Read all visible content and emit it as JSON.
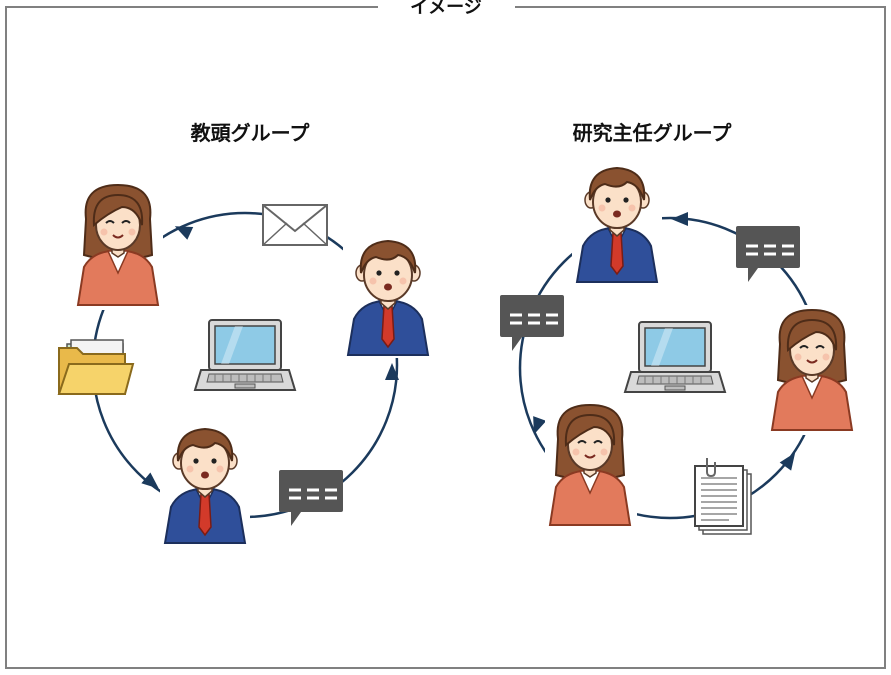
{
  "frame": {
    "title": "イメージ",
    "border_color": "#808080"
  },
  "groups": [
    {
      "title": "教頭グループ",
      "members": [
        {
          "role": "woman",
          "icon": "woman-avatar-icon"
        },
        {
          "role": "man",
          "icon": "man-avatar-icon"
        },
        {
          "role": "man",
          "icon": "man-avatar-icon"
        }
      ],
      "exchanged_items": [
        "envelope-icon",
        "speech-bubble-icon",
        "folder-icon"
      ],
      "center_icon": "laptop-icon"
    },
    {
      "title": "研究主任グループ",
      "members": [
        {
          "role": "man",
          "icon": "man-avatar-icon"
        },
        {
          "role": "woman",
          "icon": "woman-avatar-icon"
        },
        {
          "role": "woman",
          "icon": "woman-avatar-icon"
        }
      ],
      "exchanged_items": [
        "speech-bubble-icon",
        "document-stack-icon",
        "speech-bubble-icon"
      ],
      "center_icon": "laptop-icon"
    }
  ],
  "colors": {
    "cycle_line": "#1b3a5c",
    "suit_blue": "#2f4f9a",
    "jacket_orange": "#e27a5c",
    "tie_red": "#d23a2a",
    "hair_brown": "#8a5230",
    "skin": "#fbe0c8",
    "bubble_gray": "#555555",
    "folder_yellow": "#f6d36a",
    "screen_blue": "#8ecae6"
  }
}
